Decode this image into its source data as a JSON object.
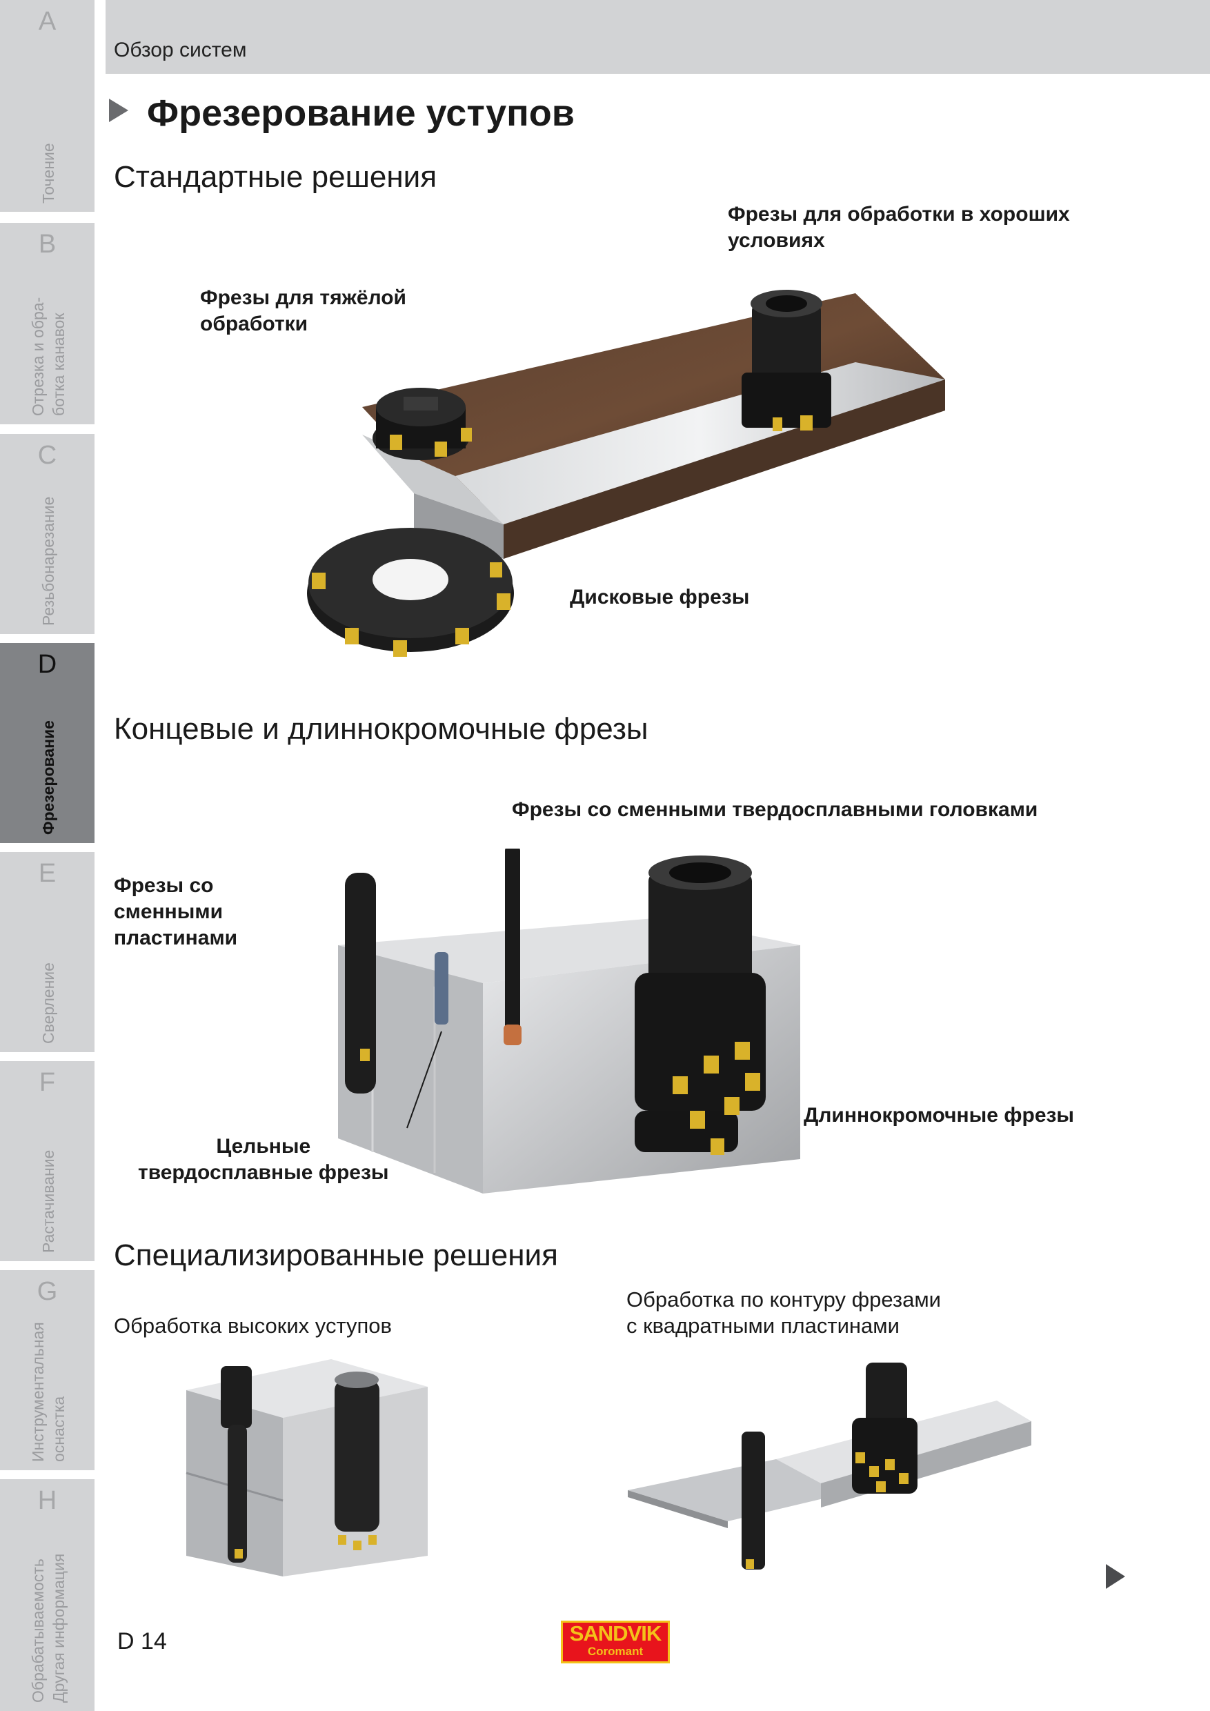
{
  "header": {
    "section": "Обзор систем"
  },
  "tabs": [
    {
      "letter": "A",
      "label_lines": [
        "Точение"
      ],
      "active": false
    },
    {
      "letter": "B",
      "label_lines": [
        "Отрезка и обра-",
        "ботка канавок"
      ],
      "active": false
    },
    {
      "letter": "C",
      "label_lines": [
        "Резьбонарезание"
      ],
      "active": false
    },
    {
      "letter": "D",
      "label_lines": [
        "Фрезерование"
      ],
      "active": true
    },
    {
      "letter": "E",
      "label_lines": [
        "Сверление"
      ],
      "active": false
    },
    {
      "letter": "F",
      "label_lines": [
        "Растачивание"
      ],
      "active": false
    },
    {
      "letter": "G",
      "label_lines": [
        "Инструментальная",
        "оснастка"
      ],
      "active": false
    },
    {
      "letter": "H",
      "label_lines": [
        "Обрабатываемость",
        "Другая информация"
      ],
      "active": false
    }
  ],
  "page_title": "Фрезерование уступов",
  "sections": {
    "standard": {
      "heading": "Стандартные решения",
      "labels": {
        "good_conditions": [
          "Фрезы для обработки в хороших",
          "условиях"
        ],
        "heavy": [
          "Фрезы для тяжёлой",
          "обработки"
        ],
        "disc": "Дисковые фрезы"
      }
    },
    "endmills": {
      "heading": "Концевые и длиннокромочные фрезы",
      "labels": {
        "exchangeable_heads": "Фрезы со сменными твердосплавными головками",
        "indexable": [
          "Фрезы со",
          "сменными",
          "пластинами"
        ],
        "solid_carbide": [
          "Цельные",
          "твердосплавные фрезы"
        ],
        "long_edge": "Длиннокромочные фрезы"
      }
    },
    "special": {
      "heading": "Специализированные решения",
      "labels": {
        "high_shoulders": "Обработка высоких уступов",
        "contour": [
          "Обработка по контуру фрезами",
          "с квадратными пластинами"
        ]
      }
    }
  },
  "footer": {
    "page_number": "D 14",
    "logo_line1": "SANDVIK",
    "logo_line2": "Coromant"
  },
  "colors": {
    "tab_bg": "#d2d3d5",
    "tab_active": "#818386",
    "logo_red": "#e8141c",
    "logo_yellow": "#f4c21a",
    "insert_gold": "#d9b22a"
  }
}
